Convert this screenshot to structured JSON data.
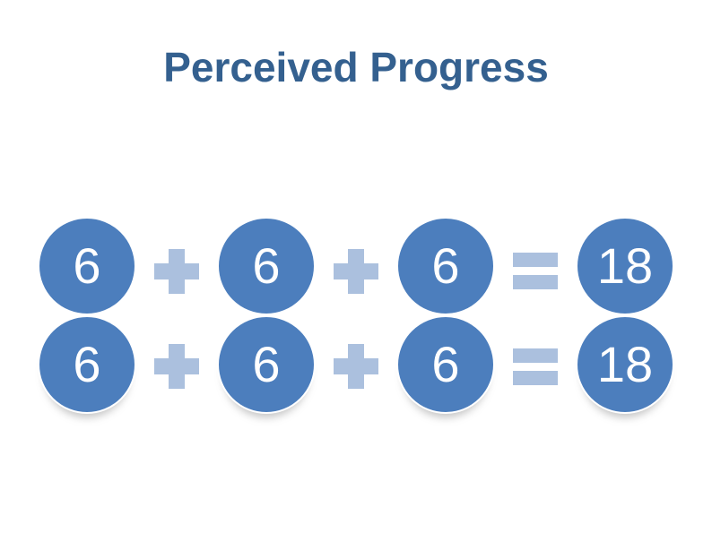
{
  "slide": {
    "title": "Perceived Progress"
  },
  "colors": {
    "background": "#FFFFFF",
    "title_text": "#34608F",
    "circle_fill": "#4C7EBD",
    "circle_outline": "#FFFFFF",
    "operator_fill": "#ABC0DE",
    "digit_text": "#FFFFFF"
  },
  "equations": [
    {
      "terms": [
        "6",
        "6",
        "6"
      ],
      "operators": [
        "+",
        "+"
      ],
      "equals_sign": "=",
      "result": "18"
    },
    {
      "terms": [
        "6",
        "6",
        "6"
      ],
      "operators": [
        "+",
        "+"
      ],
      "equals_sign": "=",
      "result": "18"
    }
  ]
}
